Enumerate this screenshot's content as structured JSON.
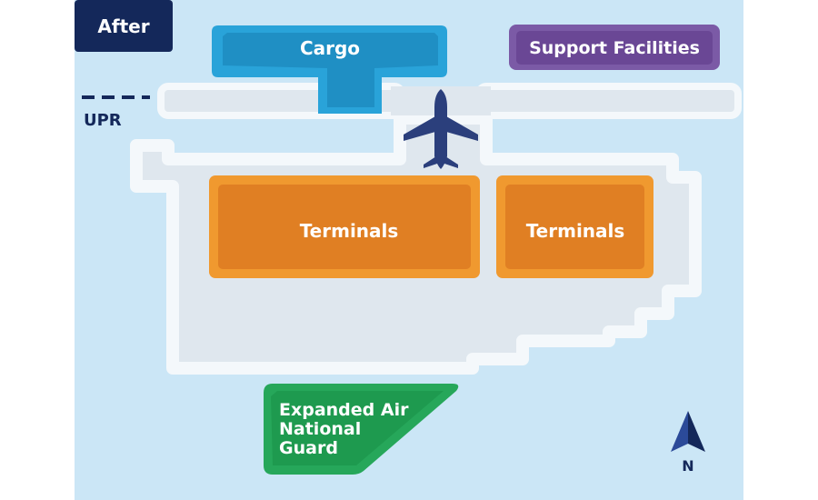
{
  "header": {
    "badge": "After"
  },
  "legend": {
    "upr_label": "UPR"
  },
  "areas": {
    "cargo": "Cargo",
    "support": "Support Facilities",
    "terminal_left": "Terminals",
    "terminal_right": "Terminals",
    "guard_line1": "Expanded Air",
    "guard_line2": "National",
    "guard_line3": "Guard"
  },
  "compass": {
    "label": "N"
  },
  "icons": {
    "aircraft": "airplane-icon",
    "north_arrow": "north-arrow-icon"
  },
  "colors": {
    "water_bg": "#cbe6f6",
    "apron": "#dfe7ee",
    "outline": "#f4f8fb",
    "cargo": "#29a3d9",
    "support": "#7b5aa6",
    "terminals": "#ec8d2a",
    "guard": "#26a75a",
    "navy": "#14285a"
  }
}
